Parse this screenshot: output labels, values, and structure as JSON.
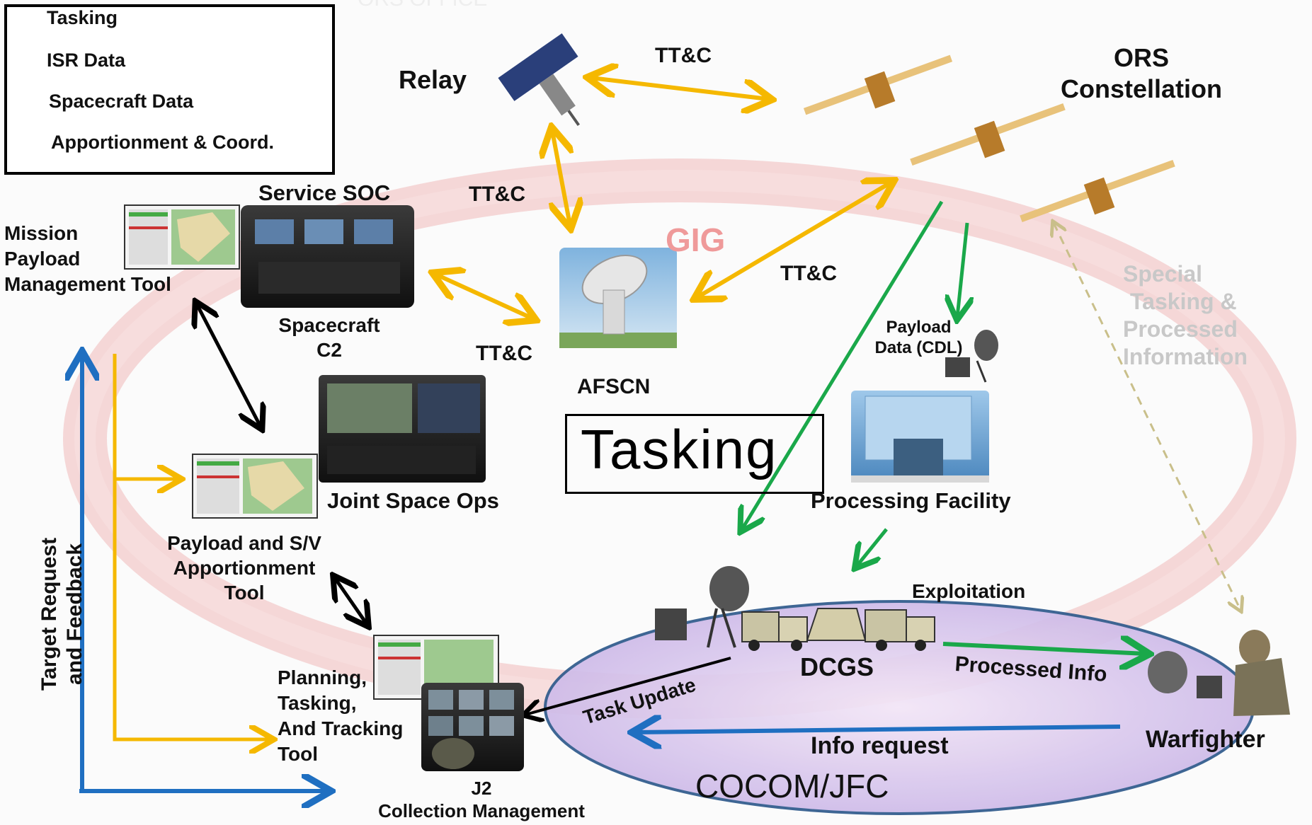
{
  "legend": {
    "items": [
      {
        "label": "Tasking",
        "color": "#1f6fc1"
      },
      {
        "label": "ISR Data",
        "color": "#1aa84a"
      },
      {
        "label": "Spacecraft  Data",
        "color": "#f5b800"
      },
      {
        "label": "Apportionment & Coord.",
        "color": "#000000"
      }
    ]
  },
  "colors": {
    "tasking_blue": "#1f6fc1",
    "isr_green": "#1aa84a",
    "spacecraft_yellow": "#f5b800",
    "coord_black": "#000000",
    "gig_ring": "#f2c6c6",
    "gig_label": "#ef9a9a",
    "cocom_fill": "#c8b6e6",
    "cocom_border": "#2f5a8c",
    "special_tasking": "#c8c8c8",
    "dashed_arrow": "#c9bf8a"
  },
  "labels": {
    "top_faded": "ORS OFFICE",
    "relay": "Relay",
    "ors_constellation_line1": "ORS",
    "ors_constellation_line2": "Constellation",
    "ttc": "TT&C",
    "gig": "GIG",
    "service_soc": "Service SOC",
    "mission_payload_line1": "Mission",
    "mission_payload_line2": "Payload",
    "mission_payload_line3": "Management Tool",
    "spacecraft_c2_line1": "Spacecraft",
    "spacecraft_c2_line2": "C2",
    "afscn": "AFSCN",
    "tasking": "Tasking",
    "payload_data_line1": "Payload",
    "payload_data_line2": "Data (CDL)",
    "special_line1": "Special",
    "special_line2": "Tasking &",
    "special_line3": "Processed",
    "special_line4": "Information",
    "processing_facility": "Processing Facility",
    "joint_space_ops": "Joint Space Ops",
    "payload_sv_line1": "Payload and S/V",
    "payload_sv_line2": "Apportionment",
    "payload_sv_line3": "Tool",
    "exploitation": "Exploitation",
    "dcgs": "DCGS",
    "processed_info": "Processed Info",
    "task_update": "Task Update",
    "info_request": "Info request",
    "warfighter": "Warfighter",
    "cocom": "COCOM/JFC",
    "planning_line1": "Planning,",
    "planning_line2": "Tasking,",
    "planning_line3": "And Tracking",
    "planning_line4": "Tool",
    "j2_line1": "J2",
    "j2_line2": "Collection Management",
    "target_request_line1": "Target Request",
    "target_request_line2": "and Feedback"
  }
}
